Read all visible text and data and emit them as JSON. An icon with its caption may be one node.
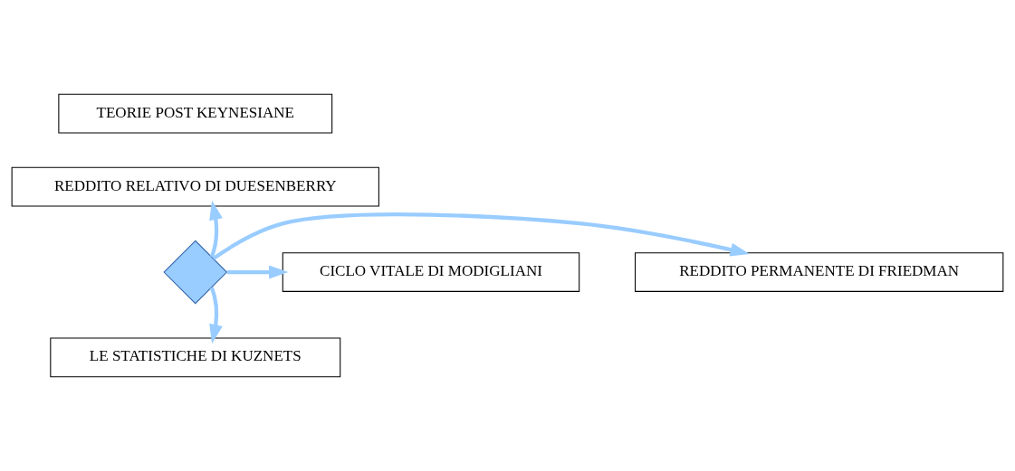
{
  "diagram": {
    "nodes": [
      {
        "text": [
          "TEORIE POST KEYNESIANE"
        ]
      },
      {
        "text": [
          "REDDITO RELATIVO DI DUESENBERRY"
        ]
      },
      {
        "text": [
          "REDDITO PERMANENTE DI FRIEDMAN"
        ]
      },
      {
        "text": [],
        "shape": "cross"
      },
      {
        "text": [
          "CICLO VITALE DI MODIGLIANI"
        ]
      },
      {
        "text": [
          "LE STATISTICHE DI KUZNETS"
        ]
      }
    ],
    "edges": [
      {
        "from": 3,
        "to": 1,
        "arrow": "to",
        "color": "#99ccff"
      },
      {
        "from": 3,
        "to": 2,
        "arrow": "to",
        "color": "#99ccff"
      },
      {
        "from": 3,
        "to": 4,
        "arrow": "to",
        "color": "#99ccff"
      },
      {
        "from": 3,
        "to": 5,
        "arrow": "to",
        "color": "#99ccff"
      }
    ]
  }
}
